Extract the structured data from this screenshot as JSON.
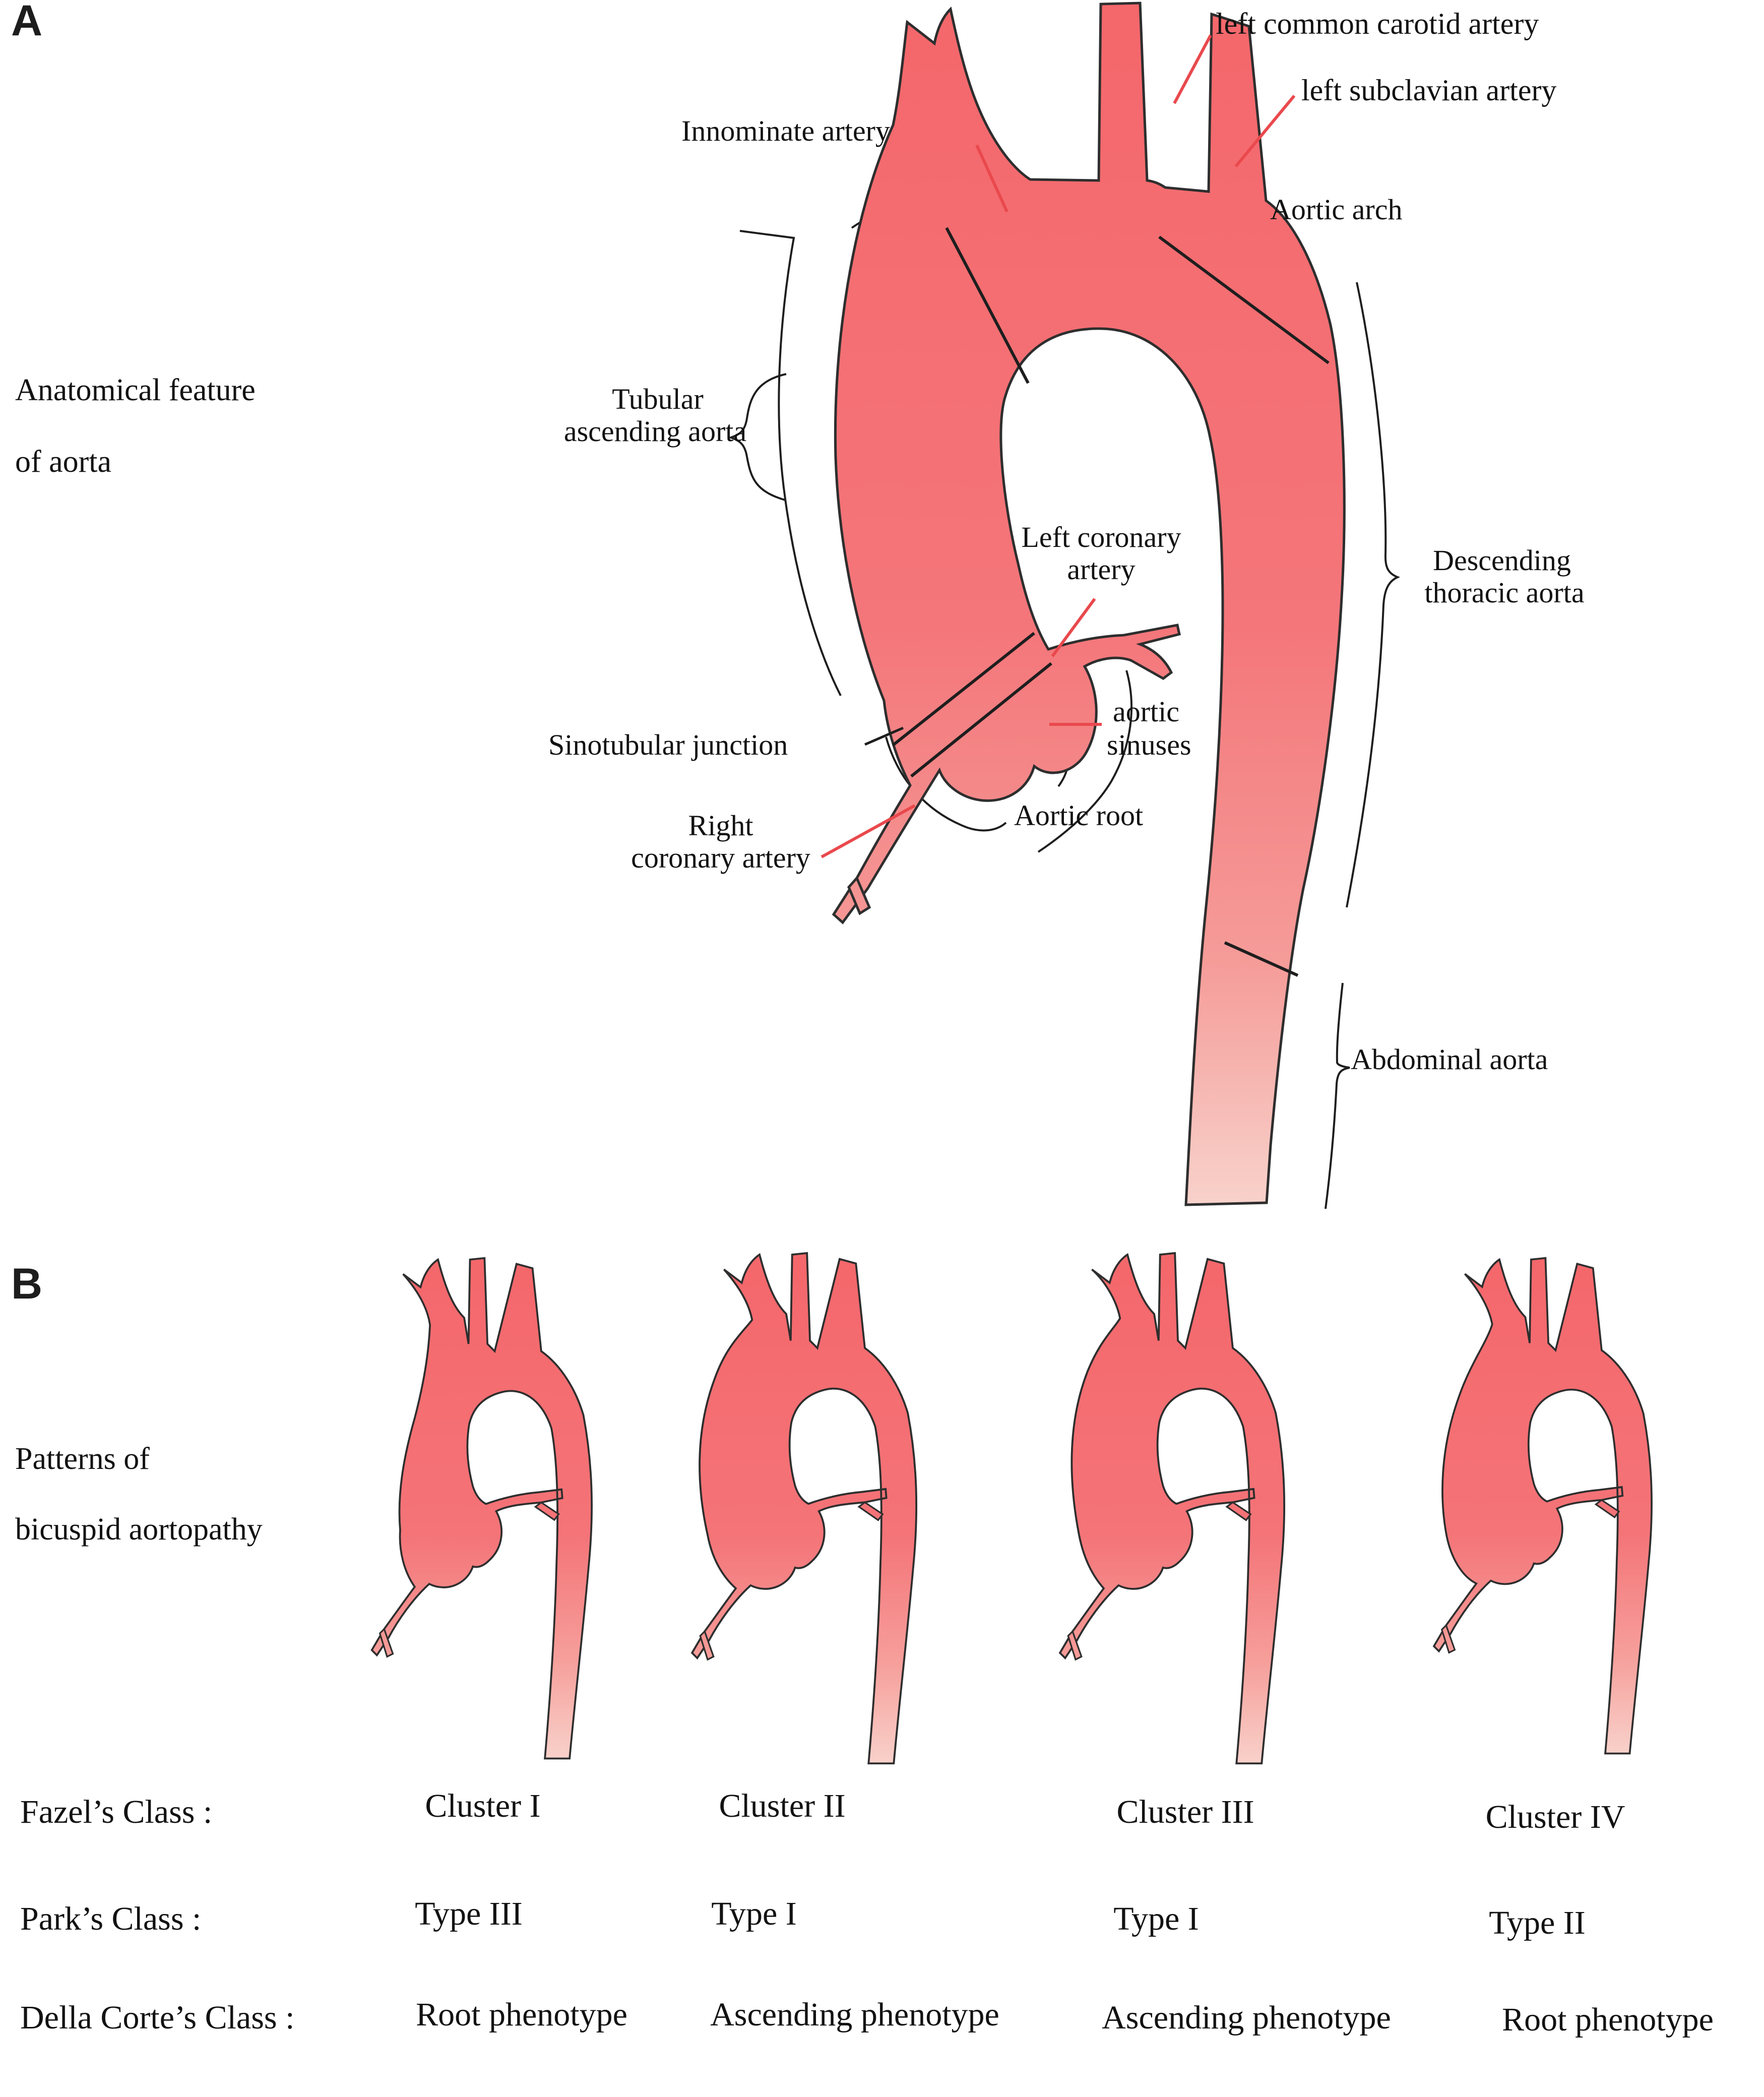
{
  "panel_a": {
    "letter": "A",
    "section_label_line1": "Anatomical feature",
    "section_label_line2": "of aorta",
    "labels": {
      "left_common_carotid": "left common carotid artery",
      "left_subclavian": "left subclavian artery",
      "innominate": "Innominate artery",
      "aortic_arch": "Aortic arch",
      "tubular_ascending_line1": "Tubular",
      "tubular_ascending_line2": "ascending aorta",
      "descending_line1": "Descending",
      "descending_line2": "thoracic aorta",
      "left_coronary_line1": "Left coronary",
      "left_coronary_line2": "artery",
      "aortic_sinuses_line1": "aortic",
      "aortic_sinuses_line2": "sinuses",
      "sinotubular_junction": "Sinotubular junction",
      "aortic_root": "Aortic root",
      "right_coronary_line1": "Right",
      "right_coronary_line2": "coronary artery",
      "abdominal": "Abdominal aorta"
    }
  },
  "panel_b": {
    "letter": "B",
    "section_label_line1": "Patterns of",
    "section_label_line2": "bicuspid aortopathy",
    "rows": [
      {
        "label": "Fazel’s Class :",
        "values": [
          "Cluster I",
          "Cluster II",
          "Cluster III",
          "Cluster IV"
        ]
      },
      {
        "label": "Park’s Class :",
        "values": [
          "Type III",
          "Type I",
          "Type I",
          "Type II"
        ]
      },
      {
        "label": "Della Corte’s Class :",
        "values": [
          "Root phenotype",
          "Ascending phenotype",
          "Ascending phenotype",
          "Root phenotype"
        ]
      }
    ]
  },
  "colors": {
    "aorta_red": "#f4676b",
    "aorta_mid": "#f47579",
    "aorta_light": "#f8d2cb",
    "leader_red": "#e9494d",
    "outline_black": "#2e2e2e"
  }
}
